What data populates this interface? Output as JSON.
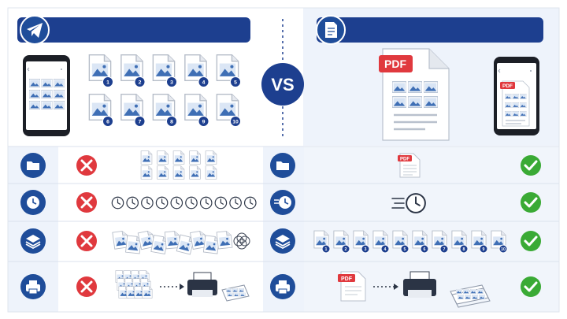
{
  "header": {
    "left_banner_text": "",
    "right_banner_text": "",
    "vs_label": "VS",
    "left_icon": "telegram-plane-icon",
    "right_icon": "document-icon"
  },
  "left": {
    "numbered_images": [
      "1",
      "2",
      "3",
      "4",
      "5",
      "6",
      "7",
      "8",
      "9",
      "10"
    ]
  },
  "right": {
    "pdf_label": "PDF",
    "numbered_pages": [
      "1",
      "2",
      "3",
      "4",
      "5",
      "6",
      "7",
      "8",
      "9",
      "10"
    ]
  },
  "rows": [
    {
      "icon": "folder-icon",
      "left_status": "cross-icon",
      "right_status": "check-icon"
    },
    {
      "icon": "clock-icon",
      "left_status": "cross-icon",
      "right_status": "check-icon"
    },
    {
      "icon": "layers-icon",
      "left_status": "cross-icon",
      "right_status": "check-icon"
    },
    {
      "icon": "printer-icon",
      "left_status": "cross-icon",
      "right_status": "check-icon"
    }
  ],
  "colors": {
    "navy": "#1d3f8f",
    "badge": "#1f4d9a",
    "red": "#e0393e",
    "green": "#3aaa35",
    "panel": "#eef3fb",
    "photo": "#4f7fc0"
  }
}
